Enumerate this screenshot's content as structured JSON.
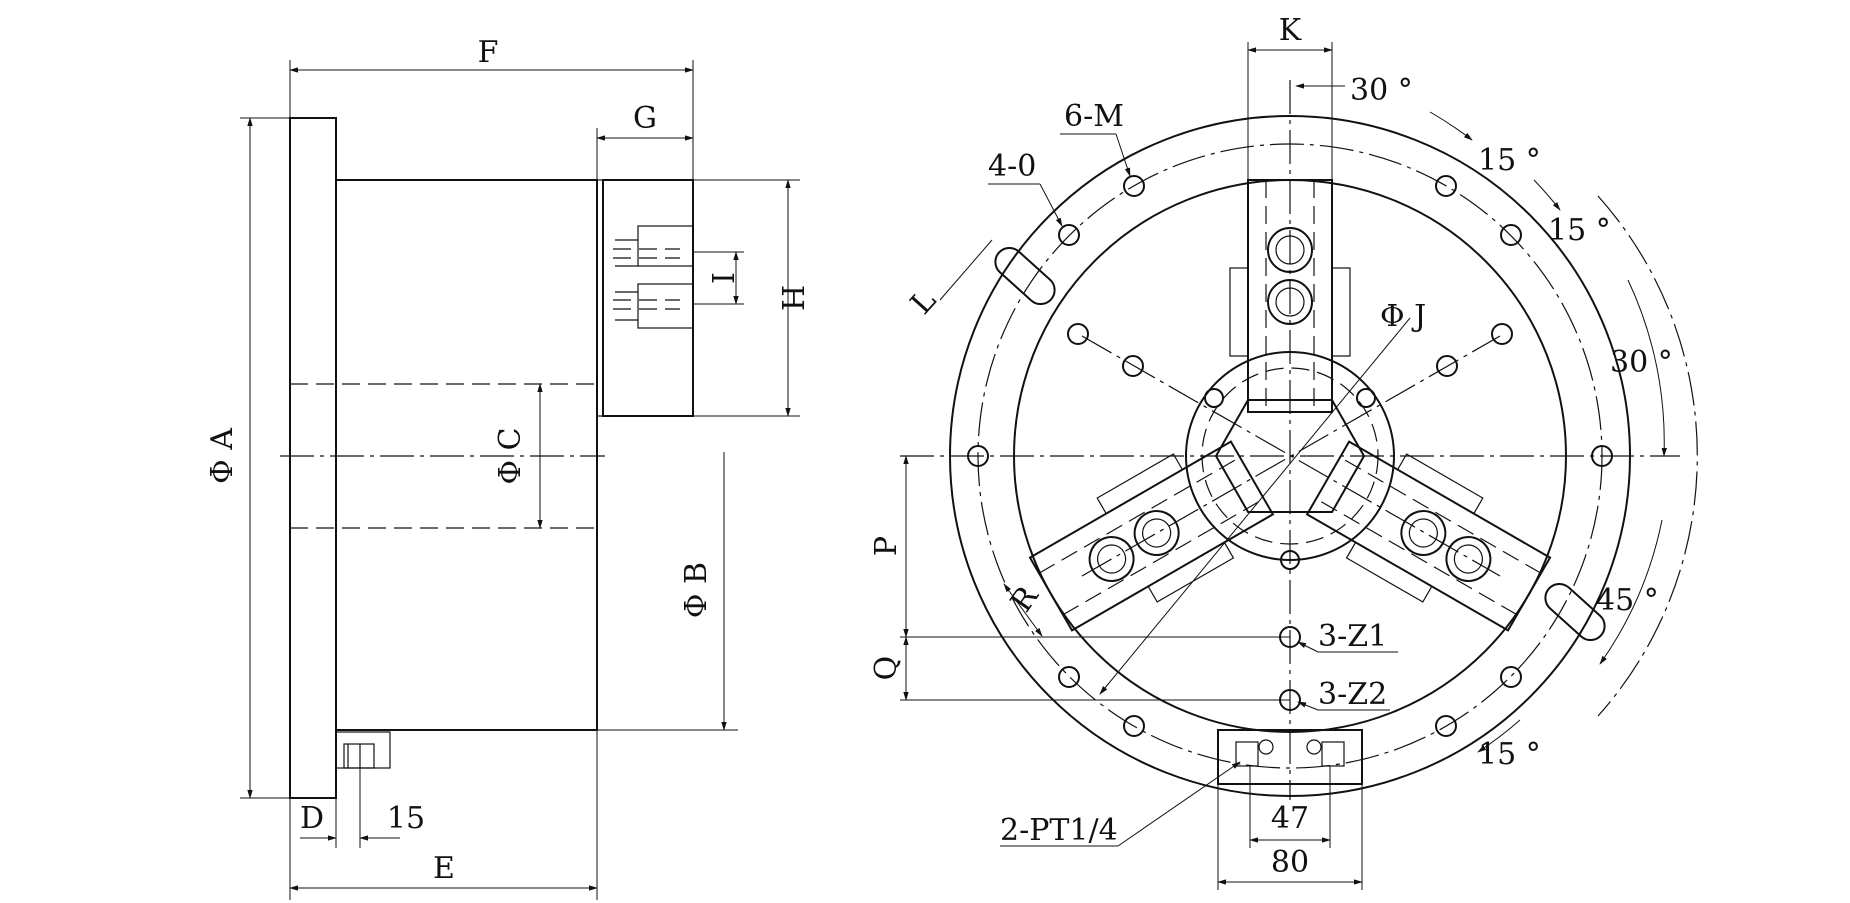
{
  "drawing": {
    "side_view_labels": {
      "F": "F",
      "G": "G",
      "I": "I",
      "H": "H",
      "phi_A": "Φ A",
      "phi_C": "Φ C",
      "phi_B": "Φ B",
      "D": "D",
      "fifteen": "15",
      "E": "E"
    },
    "front_view_labels": {
      "K": "K",
      "angle_30_top": "30 °",
      "six_M": "6-M",
      "angle_15_a": "15 °",
      "four_O": "4-0",
      "angle_15_b": "15 °",
      "L": "L",
      "phi_J": "Φ J",
      "angle_30_right": "30 °",
      "P": "P",
      "angle_45": "45 °",
      "R": "R",
      "three_Z1": "3-Z1",
      "Q": "Q",
      "three_Z2": "3-Z2",
      "angle_15_c": "15 °",
      "dim_47": "47",
      "two_PT": "2-PT1/4",
      "dim_80": "80"
    }
  },
  "colors": {
    "line": "#111111",
    "background": "#ffffff"
  }
}
